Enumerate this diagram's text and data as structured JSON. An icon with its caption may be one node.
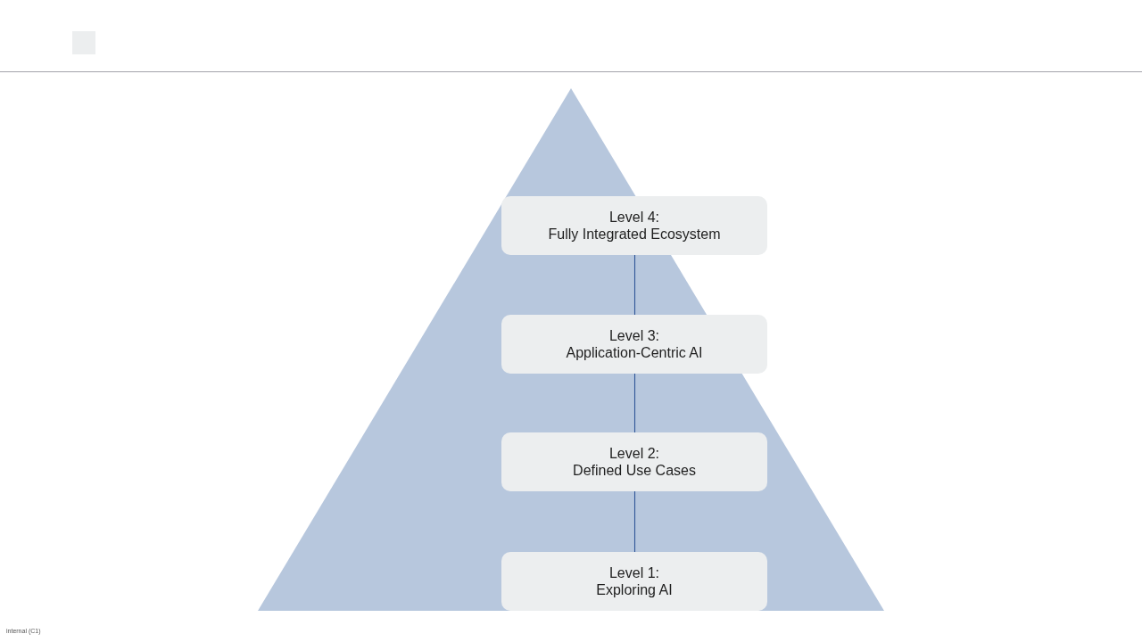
{
  "diagram": {
    "nodes": [
      {
        "text": [
          "Level 4:",
          "Fully Integrated Ecosystem"
        ]
      },
      {
        "text": [
          "Level 3:",
          "Application-Centric AI"
        ]
      },
      {
        "text": [
          "Level 2:",
          "Defined Use Cases"
        ]
      },
      {
        "text": [
          "Level 1:",
          "Exploring AI"
        ]
      }
    ],
    "edges": [
      {
        "from": 0,
        "to": 1,
        "arrow": "none"
      },
      {
        "from": 1,
        "to": 2,
        "arrow": "none"
      },
      {
        "from": 2,
        "to": 3,
        "arrow": "none"
      }
    ],
    "labels": [
      "internal (C1)"
    ]
  }
}
